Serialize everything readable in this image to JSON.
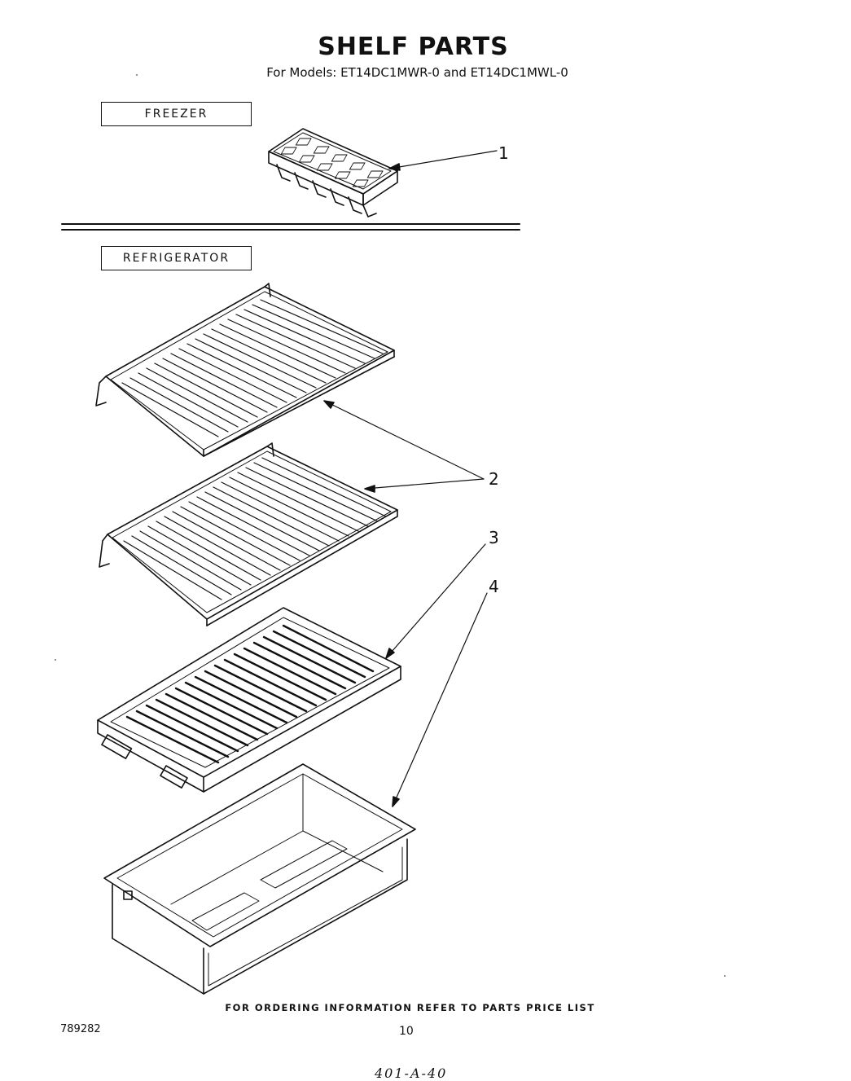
{
  "header": {
    "title": "SHELF PARTS",
    "subtitle": "For Models: ET14DC1MWR-0 and ET14DC1MWL-0"
  },
  "sections": {
    "freezer": "FREEZER",
    "refrigerator": "REFRIGERATOR"
  },
  "callouts": [
    "1",
    "2",
    "3",
    "4"
  ],
  "parts": [
    {
      "number": "1",
      "icon": "ice-tray-icon"
    },
    {
      "number": "2",
      "icon": "wire-shelf-icon"
    },
    {
      "number": "3",
      "icon": "crisper-cover-icon"
    },
    {
      "number": "4",
      "icon": "crisper-pan-icon"
    }
  ],
  "footer": {
    "note": "FOR ORDERING INFORMATION REFER TO PARTS PRICE LIST",
    "doc_number": "789282",
    "page_number": "10",
    "handwritten": "401-A-40"
  }
}
